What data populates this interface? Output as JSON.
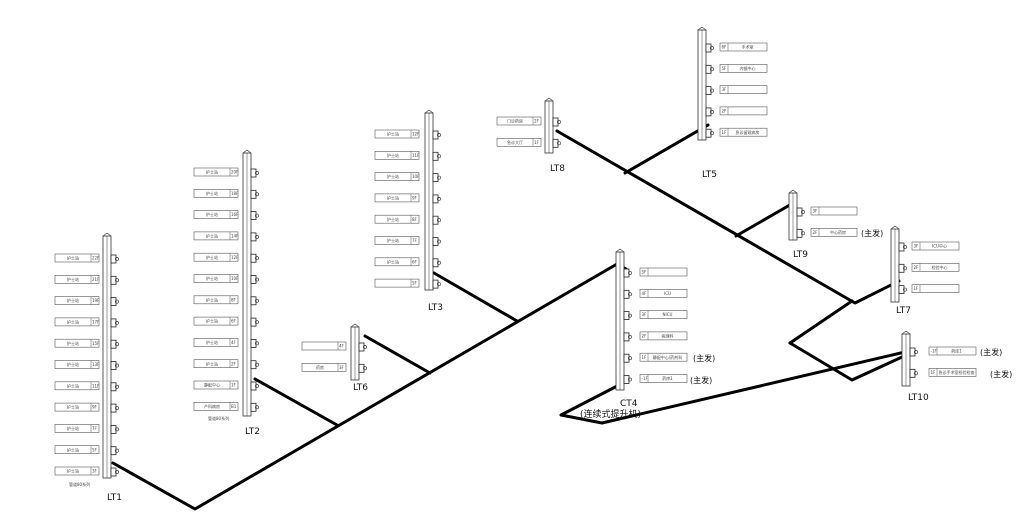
{
  "diagram": {
    "lifts": [
      {
        "id": "LT1",
        "label": "LT1",
        "sub": "管道80系列",
        "stations": [
          {
            "name": "护士站",
            "floor": "22F"
          },
          {
            "name": "护士站",
            "floor": "21F"
          },
          {
            "name": "护士站",
            "floor": "19F"
          },
          {
            "name": "护士站",
            "floor": "17F"
          },
          {
            "name": "护士站",
            "floor": "15F"
          },
          {
            "name": "护士站",
            "floor": "13F"
          },
          {
            "name": "护士站",
            "floor": "11F"
          },
          {
            "name": "护士站",
            "floor": "9F"
          },
          {
            "name": "护士站",
            "floor": "7F"
          },
          {
            "name": "护士站",
            "floor": "5F"
          },
          {
            "name": "护士站",
            "floor": "3F"
          }
        ]
      },
      {
        "id": "LT2",
        "label": "LT2",
        "sub": "管道80系列",
        "stations": [
          {
            "name": "护士站",
            "floor": "20F"
          },
          {
            "name": "护士站",
            "floor": "18F"
          },
          {
            "name": "护士站",
            "floor": "16F"
          },
          {
            "name": "护士站",
            "floor": "14F"
          },
          {
            "name": "护士站",
            "floor": "12F"
          },
          {
            "name": "护士站",
            "floor": "10F"
          },
          {
            "name": "护士站",
            "floor": "8F"
          },
          {
            "name": "护士站",
            "floor": "6F"
          },
          {
            "name": "护士站",
            "floor": "4F"
          },
          {
            "name": "护士站",
            "floor": "2F"
          },
          {
            "name": "静配中心",
            "floor": "1F"
          },
          {
            "name": "产科病房",
            "floor": "B1"
          }
        ]
      },
      {
        "id": "LT3",
        "label": "LT3",
        "stations": [
          {
            "name": "护士站",
            "floor": "12F"
          },
          {
            "name": "护士站",
            "floor": "11F"
          },
          {
            "name": "护士站",
            "floor": "10F"
          },
          {
            "name": "护士站",
            "floor": "9F"
          },
          {
            "name": "护士站",
            "floor": "8F"
          },
          {
            "name": "护士站",
            "floor": "7F"
          },
          {
            "name": "护士站",
            "floor": "6F"
          },
          {
            "name": "",
            "floor": "5F"
          }
        ]
      },
      {
        "id": "LT5",
        "label": "LT5",
        "stations": [
          {
            "name": "手术室",
            "floor": "6F"
          },
          {
            "name": "内镜中心",
            "floor": "5F"
          },
          {
            "name": "",
            "floor": "3F"
          },
          {
            "name": "",
            "floor": "2F"
          },
          {
            "name": "急诊留观病房",
            "floor": "1F"
          }
        ]
      },
      {
        "id": "LT6",
        "label": "LT6",
        "stations": [
          {
            "name": "",
            "floor": "4F"
          },
          {
            "name": "药房",
            "floor": "3F"
          }
        ]
      },
      {
        "id": "LT7",
        "label": "LT7",
        "stations": [
          {
            "name": "ICU中心",
            "floor": "3F"
          },
          {
            "name": "检验中心",
            "floor": "2F"
          },
          {
            "name": "",
            "floor": "1F"
          }
        ]
      },
      {
        "id": "LT8",
        "label": "LT8",
        "stations": [
          {
            "name": "门诊药房",
            "floor": "2F"
          },
          {
            "name": "急诊大厅",
            "floor": "1F"
          }
        ]
      },
      {
        "id": "LT9",
        "label": "LT9",
        "note": "(主发)",
        "stations": [
          {
            "name": "",
            "floor": "3F"
          },
          {
            "name": "中心药房",
            "floor": "2F"
          }
        ]
      },
      {
        "id": "LT10",
        "label": "LT10",
        "note1": "(主发)",
        "note2": "(主发)",
        "stations": [
          {
            "name": "药库1",
            "floor": "-1F"
          },
          {
            "name": "急诊手术室检验检查",
            "floor": "1F"
          }
        ]
      },
      {
        "id": "CT4",
        "label": "CT4",
        "sub": "(连续式提升机)",
        "note1": "(主发)",
        "note2": "(主发)",
        "stations": [
          {
            "name": "",
            "floor": "5F"
          },
          {
            "name": "ICU",
            "floor": "4F"
          },
          {
            "name": "NICU",
            "floor": "3F"
          },
          {
            "name": "病理科",
            "floor": "2F"
          },
          {
            "name": "静配中心/药剂科",
            "floor": "1F"
          },
          {
            "name": "药库1",
            "floor": "-1F"
          }
        ]
      }
    ]
  }
}
